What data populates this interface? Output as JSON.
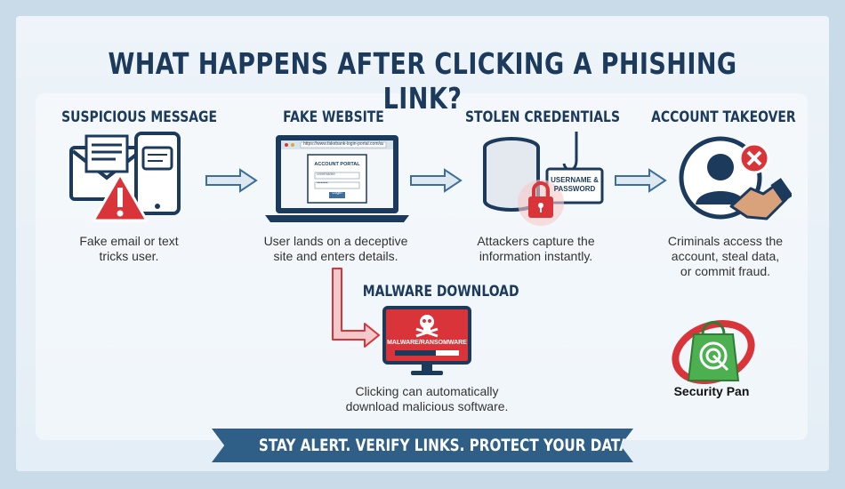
{
  "title": "WHAT HAPPENS AFTER CLICKING A PHISHING LINK?",
  "steps": [
    {
      "title": "SUSPICIOUS MESSAGE",
      "desc_lines": [
        "Fake email or text",
        "tricks user."
      ]
    },
    {
      "title": "FAKE WEBSITE",
      "desc_lines": [
        "User lands on a deceptive",
        "site and enters details."
      ]
    },
    {
      "title": "STOLEN CREDENTIALS",
      "desc_lines": [
        "Attackers capture the",
        "information instantly."
      ]
    },
    {
      "title": "ACCOUNT TAKEOVER",
      "desc_lines": [
        "Criminals access the",
        "account, steal data,",
        "or commit fraud."
      ]
    }
  ],
  "malware": {
    "title": "MALWARE DOWNLOAD",
    "screen_text": "MALWARE/RANSOMWARE",
    "desc_lines": [
      "Clicking can automatically",
      "download malicious software."
    ]
  },
  "fake_site": {
    "url": "https://www.fakebank-login-portal.com/auth",
    "portal_label": "ACCOUNT PORTAL",
    "username": "Username",
    "password": "••••••••",
    "login": "Login"
  },
  "credentials_tag": {
    "line1": "USERNAME &",
    "line2": "PASSWORD"
  },
  "banner": "STAY ALERT. VERIFY LINKS. PROTECT YOUR DATA.",
  "brand": "Security Pan",
  "colors": {
    "navy": "#1b3a5c",
    "alert_red": "#d9343a",
    "arrow_blue": "#3e6f9a",
    "banner": "#2f5f86"
  }
}
